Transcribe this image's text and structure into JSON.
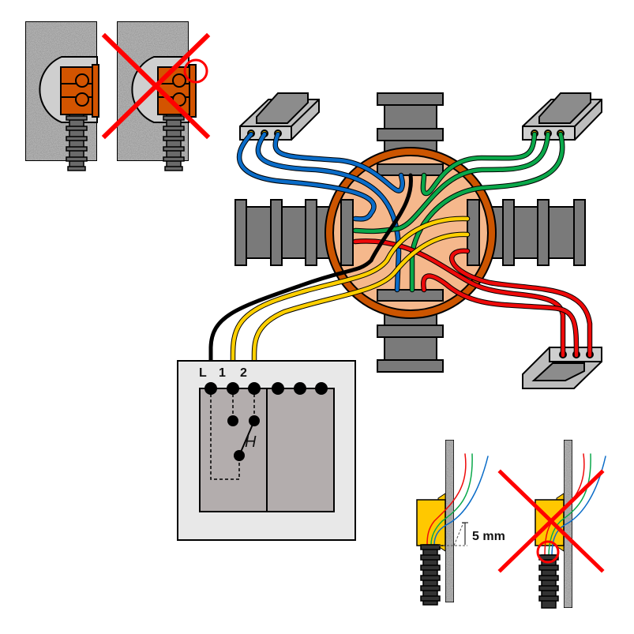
{
  "switch_labels": {
    "live": "L",
    "out1": "1",
    "out2": "2"
  },
  "depth_label": "5 mm",
  "colors": {
    "blue": "#0a6cc8",
    "green": "#0aa84a",
    "red": "#ee0a0a",
    "yellow": "#ffd000",
    "black": "#000000",
    "box_ring": "#cc5500",
    "box_fill": "#f5b88c",
    "terminal": "#d35400",
    "conduit": "#7a7a7a",
    "cross": "#ff0000",
    "backbox": "#ffc800"
  },
  "icons": [
    "wrong-cross-icon",
    "highlight-circle-icon"
  ]
}
